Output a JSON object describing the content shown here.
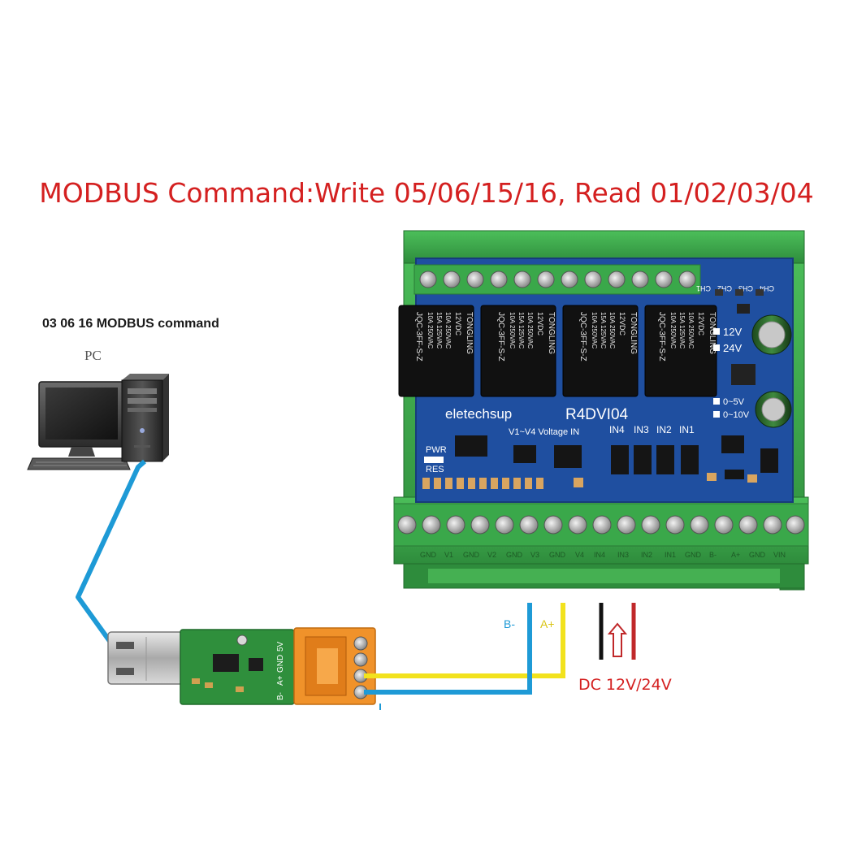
{
  "headline": "MODBUS Command:Write 05/06/15/16, Read 01/02/03/04",
  "pc": {
    "command_label": "03 06 16 MODBUS command",
    "label": "PC"
  },
  "board": {
    "brand": "eletechsup",
    "model": "R4DVI04",
    "voltage_in_label": "V1~V4  Voltage IN",
    "pwr_label": "PWR",
    "res_label": "RES",
    "supply_12v": "12V",
    "supply_24v": "24V",
    "range_5v": "0~5V",
    "range_10v": "0~10V",
    "channels": [
      "CH4",
      "CH3",
      "CH2",
      "CH1"
    ],
    "inputs": [
      "IN4",
      "IN3",
      "IN2",
      "IN1"
    ],
    "relay": {
      "brand": "TONGLING",
      "coil": "12VDC",
      "rating1": "10A 250VAC",
      "rating2": "15A 125VAC",
      "rating3": "10A 250VAC",
      "part": "JQC-3FF-S-Z"
    },
    "bottom_terminals": [
      "GND",
      "V1",
      "GND",
      "V2",
      "GND",
      "V3",
      "GND",
      "V4",
      "IN4",
      "IN3",
      "IN2",
      "IN1",
      "GND",
      "B-",
      "A+",
      "GND",
      "VIN"
    ]
  },
  "adapter": {
    "pins": [
      "5V",
      "GND",
      "A+",
      "B-"
    ]
  },
  "wiring": {
    "b_minus": "B-",
    "a_plus": "A+",
    "power_label": "DC 12V/24V"
  },
  "colors": {
    "headline": "#d42020",
    "wire_blue": "#1e9ad6",
    "wire_yellow": "#f2e21d",
    "wire_red": "#c0282a",
    "pcb_blue": "#1f4fa0",
    "din_green": "#3aa84a"
  }
}
